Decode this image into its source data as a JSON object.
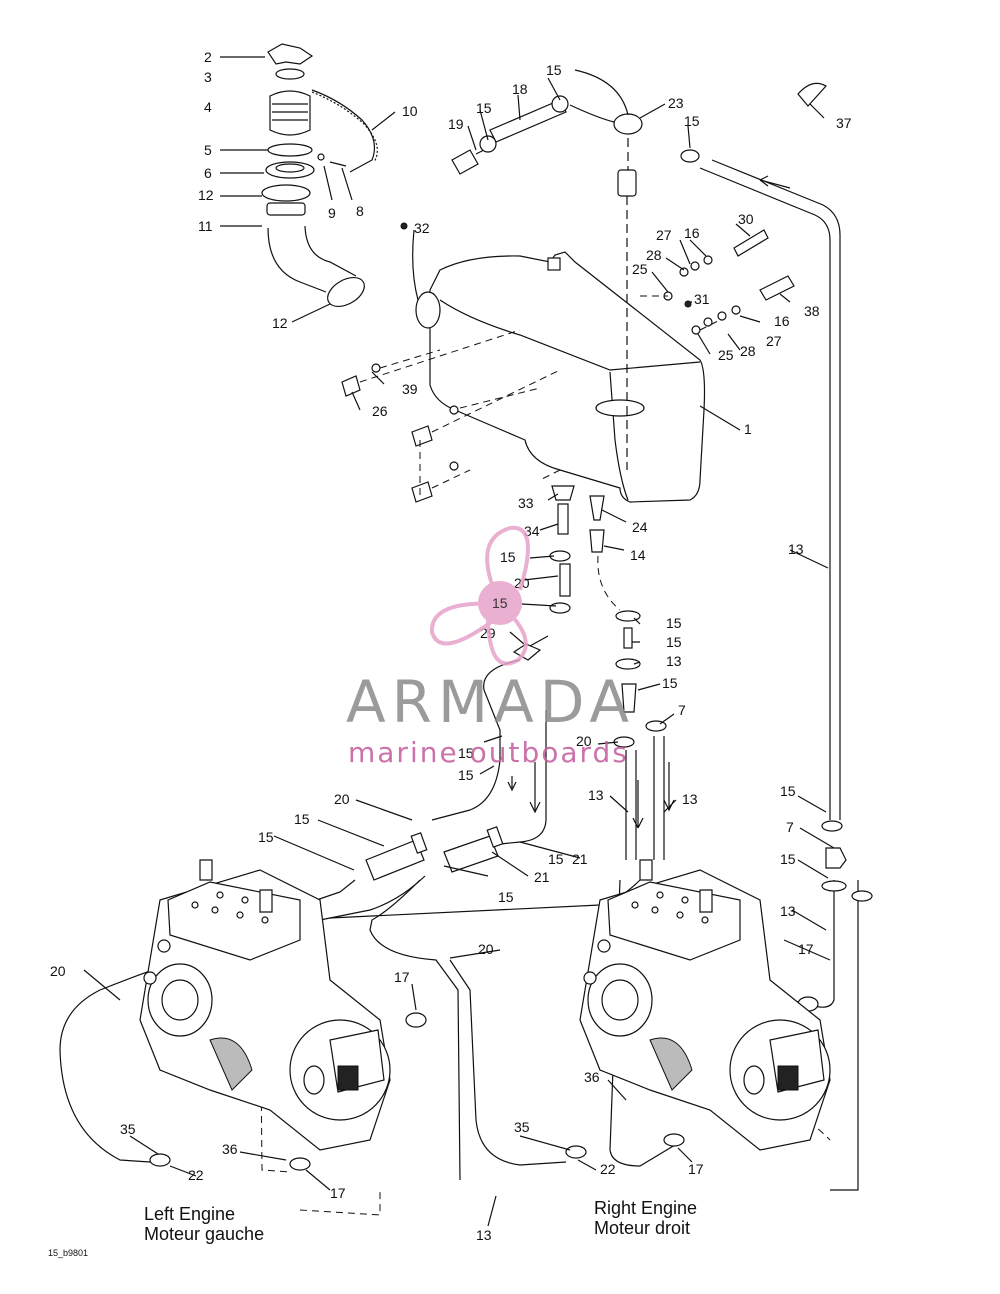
{
  "callouts": [
    "2",
    "3",
    "4",
    "5",
    "6",
    "12",
    "11",
    "10",
    "9",
    "8",
    "12",
    "32",
    "15",
    "18",
    "15",
    "19",
    "23",
    "15",
    "37",
    "30",
    "27",
    "16",
    "28",
    "25",
    "31",
    "38",
    "16",
    "28",
    "27",
    "25",
    "39",
    "26",
    "1",
    "33",
    "24",
    "34",
    "14",
    "13",
    "15",
    "20",
    "15",
    "29",
    "15",
    "13",
    "15",
    "7",
    "15",
    "15",
    "20",
    "20",
    "15",
    "21",
    "15",
    "15",
    "21",
    "15",
    "13",
    "13",
    "15",
    "7",
    "15",
    "13",
    "17",
    "20",
    "20",
    "17",
    "35",
    "22",
    "36",
    "17",
    "35",
    "22",
    "36",
    "17",
    "13"
  ],
  "captions": {
    "left_en": "Left Engine",
    "left_fr": "Moteur gauche",
    "right_en": "Right Engine",
    "right_fr": "Moteur droit"
  },
  "figure_code": "15_b9801",
  "watermark": {
    "name": "ARMADA",
    "tagline": "marine outboards",
    "badge": "15"
  },
  "colors": {
    "line": "#111111",
    "watermark_grey": "#8a8a8a",
    "watermark_pink": "#c45a9c",
    "badge_fill": "#e6a3c9"
  }
}
